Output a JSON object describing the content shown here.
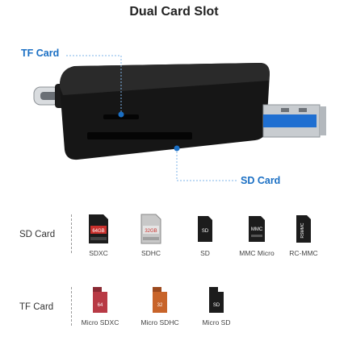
{
  "title": "Dual Card Slot",
  "callouts": {
    "tf": "TF Card",
    "sd": "SD Card"
  },
  "sd_row": {
    "label": "SD Card",
    "cards": [
      {
        "name": "SDXC",
        "icon": "sdxc-card-icon",
        "print": "64GB"
      },
      {
        "name": "SDHC",
        "icon": "sdhc-card-icon",
        "print": "32GB"
      },
      {
        "name": "SD",
        "icon": "mini-sd-card-icon",
        "print": "SD"
      },
      {
        "name": "MMC Micro",
        "icon": "mmc-micro-card-icon",
        "print": "MMC"
      },
      {
        "name": "RC-MMC",
        "icon": "rc-mmc-card-icon",
        "print": "RSMMC"
      }
    ]
  },
  "tf_row": {
    "label": "TF Card",
    "cards": [
      {
        "name": "Micro SDXC",
        "icon": "micro-sdxc-card-icon",
        "print": "64"
      },
      {
        "name": "Micro SDHC",
        "icon": "micro-sdhc-card-icon",
        "print": "32"
      },
      {
        "name": "Micro SD",
        "icon": "micro-sd-card-icon",
        "print": "SD"
      }
    ]
  },
  "colors": {
    "callout": "#1a6fc4",
    "device": "#161616",
    "usb_metal": "#c8ccd0",
    "usb_blue": "#1f6fd1",
    "sdxc_red": "#c9302c",
    "sdhc_gray": "#c8c8c8",
    "micro_red": "#b83a45",
    "micro_orange": "#c8642a"
  }
}
